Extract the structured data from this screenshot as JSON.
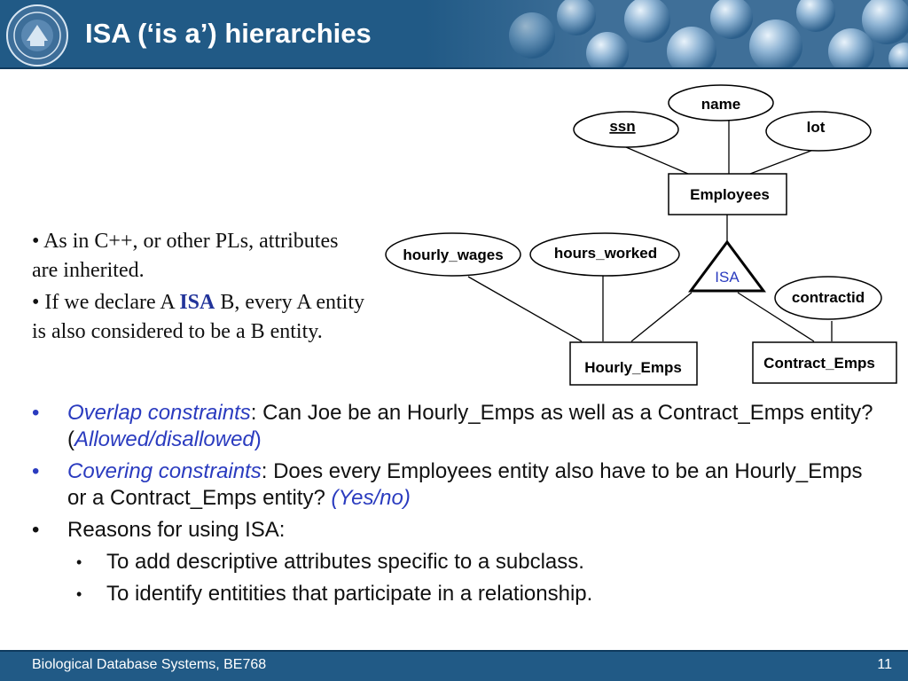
{
  "slide": {
    "title": "ISA (‘is a’) hierarchies",
    "page_number": "11"
  },
  "footer": {
    "course": "Biological Database Systems, BE768"
  },
  "diagram": {
    "attr_name": "name",
    "attr_ssn": "ssn",
    "attr_lot": "lot",
    "entity_employees": "Employees",
    "attr_hourly_wages": "hourly_wages",
    "attr_hours_worked": "hours_worked",
    "isa_label": "ISA",
    "attr_contractid": "contractid",
    "entity_hourly": "Hourly_Emps",
    "entity_contract": "Contract_Emps"
  },
  "side": {
    "p1": "• As in C++, or other PLs, attributes are inherited.",
    "p2_pre": "• If we declare A ",
    "p2_isa": "ISA",
    "p2_post": " B, every A entity is also considered to be a B entity."
  },
  "bullets": {
    "overlap_term": "Overlap constraints",
    "overlap_text": ":  Can Joe be an Hourly_Emps as well as a Contract_Emps entity?  (",
    "overlap_answer": "Allowed/disallowed",
    "overlap_close": ")",
    "covering_term": "Covering constraints",
    "covering_text": ":  Does every Employees entity also have to be an Hourly_Emps or a Contract_Emps entity? ",
    "covering_answer": "(Yes/no)",
    "reasons": "Reasons for using ISA:",
    "reason_1": "To add descriptive attributes specific to a subclass.",
    "reason_2": "To identify entitities that participate in a relationship."
  }
}
